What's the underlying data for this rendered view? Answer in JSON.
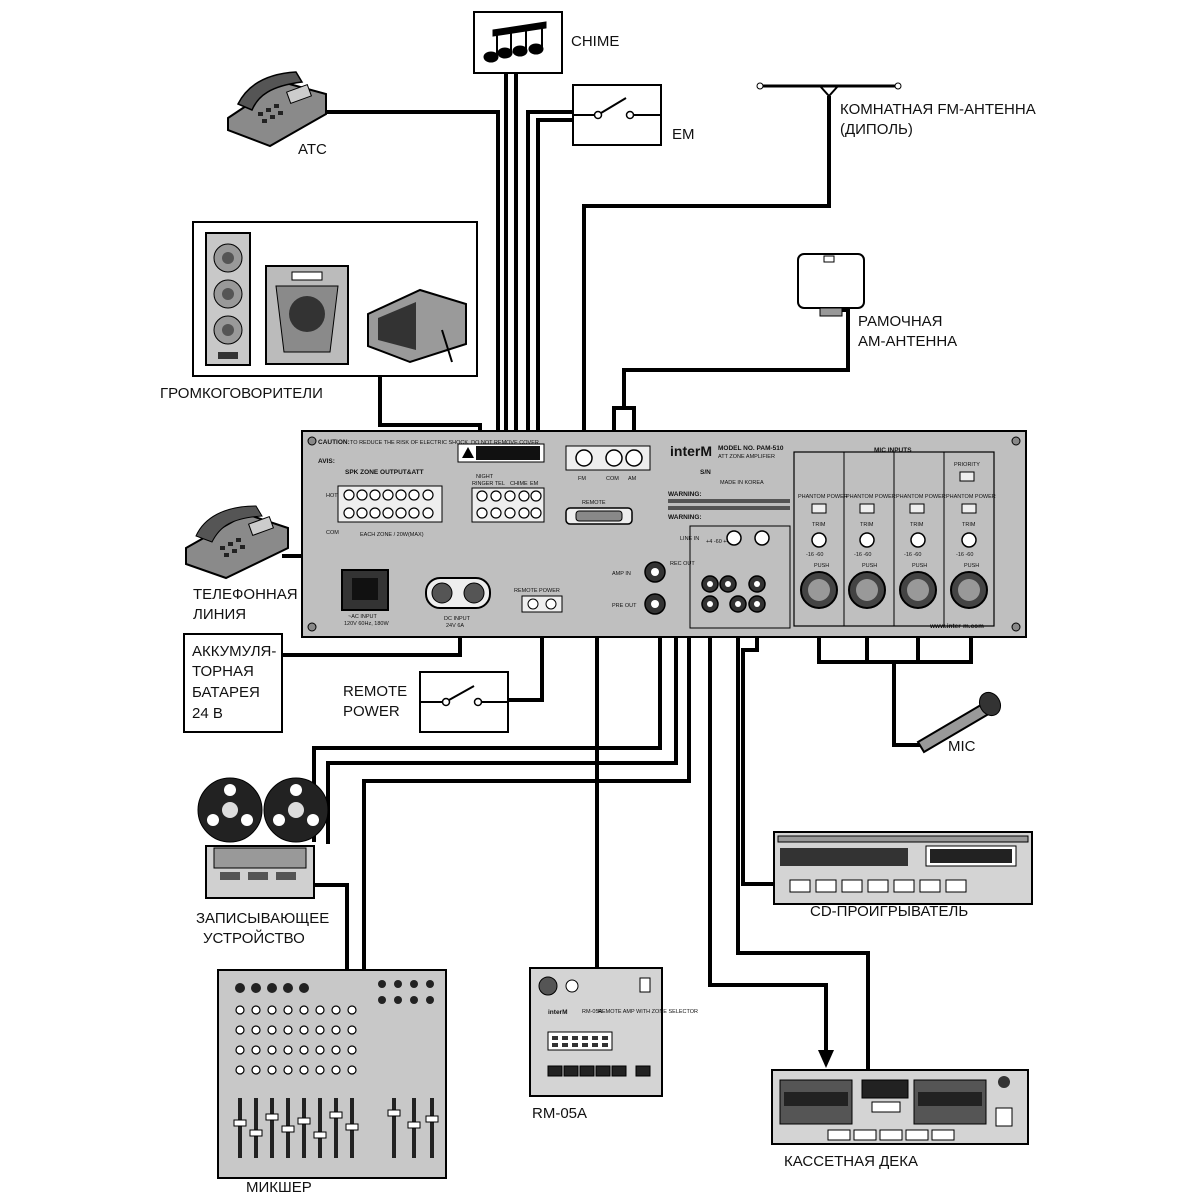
{
  "labels": {
    "chime": "CHIME",
    "atc": "АТС",
    "em": "EM",
    "fm_antenna_1": "КОМНАТНАЯ FM-АНТЕННА",
    "fm_antenna_2": "(ДИПОЛЬ)",
    "speakers": "ГРОМКОГОВОРИТЕЛИ",
    "am_antenna_1": "РАМОЧНАЯ",
    "am_antenna_2": "АМ-АНТЕННА",
    "phone_line_1": "ТЕЛЕФОННАЯ",
    "phone_line_2": "ЛИНИЯ",
    "battery_1": "АККУМУЛЯ-",
    "battery_2": "ТОРНАЯ",
    "battery_3": "БАТАРЕЯ",
    "battery_4": "24 В",
    "remote_power_1": "REMOTE",
    "remote_power_2": "POWER",
    "mic": "MIC",
    "recorder_1": "ЗАПИСЫВАЮЩЕЕ",
    "recorder_2": "УСТРОЙСТВО",
    "cd_player": "CD-ПРОИГРЫВАТЕЛЬ",
    "mixer": "МИКШЕР",
    "rm05a": "RM-05A",
    "cassette": "КАССЕТНАЯ ДЕКА"
  },
  "panel": {
    "brand": "inter",
    "brand_m": "M",
    "model": "MODEL NO. PAM-510",
    "subtitle": "ATT ZONE AMPLIFIER",
    "made_in": "MADE IN KOREA",
    "sn": "S/N",
    "website": "www.inter-m.com",
    "caution": "CAUTION:",
    "caution_text": "TO REDUCE THE RISK OF ELECTRIC SHOCK, DO NOT REMOVE COVER.",
    "avis": "AVIS:",
    "spk_zone": "SPK ZONE OUTPUT&ATT",
    "hot": "HOT",
    "com": "COM",
    "each_zone": "EACH ZONE / 20W(MAX)",
    "night": "NIGHT",
    "ringer": "RINGER TEL",
    "ch": "CHIME",
    "em": "EM",
    "remote": "REMOTE",
    "fm": "FM",
    "com2": "COM",
    "am": "AM",
    "warning": "WARNING:",
    "mic_inputs": "MIC INPUTS",
    "priority": "PRIORITY",
    "phantom": "PHANTOM POWER",
    "trim": "TRIM",
    "trim_range": "-16   -60",
    "push": "PUSH",
    "line_in": "LINE IN",
    "rec_out": "REC OUT",
    "amp_in": "AMP IN",
    "pre_out": "PRE OUT",
    "ac_input": "~AC INPUT",
    "ac_rating": "120V 60Hz, 180W",
    "dc_input": "DC INPUT",
    "dc_rating": "24V 6A",
    "remote_power": "REMOTE POWER",
    "line_trim": "+4  -60  +4  -30"
  },
  "rm05a_panel": {
    "brand": "interM",
    "model": "RM-05A",
    "desc": "REMOTE AMP WITH ZONE SELECTOR"
  }
}
